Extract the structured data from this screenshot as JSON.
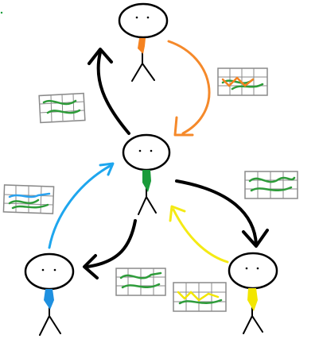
{
  "colors": {
    "ink": "#000000",
    "background": "#ffffff",
    "top_tie": "#f58220",
    "center_tie": "#1a9b3a",
    "left_tie": "#1e90e0",
    "right_tie": "#f2e600",
    "arrow_black": "#000000",
    "arrow_orange": "#f5892a",
    "arrow_blue": "#1ea6ee",
    "arrow_yellow": "#f4ea14",
    "chart_grid": "#8a8a8a",
    "chart_green": "#2e9c3a",
    "chart_blue": "#2aa2ef",
    "chart_orange": "#f58220",
    "chart_yellow": "#f2e600"
  },
  "figures": [
    {
      "name": "top",
      "tie_color": "#f58220"
    },
    {
      "name": "center",
      "tie_color": "#1a9b3a"
    },
    {
      "name": "left",
      "tie_color": "#1e90e0"
    },
    {
      "name": "right",
      "tie_color": "#f2e600"
    }
  ],
  "arrows": [
    {
      "name": "center-to-top",
      "color": "#000000"
    },
    {
      "name": "top-to-center",
      "color": "#f5892a"
    },
    {
      "name": "center-to-right",
      "color": "#000000"
    },
    {
      "name": "center-to-left",
      "color": "#000000"
    },
    {
      "name": "left-to-center",
      "color": "#1ea6ee"
    },
    {
      "name": "right-to-center",
      "color": "#f4ea14"
    }
  ],
  "charts": [
    {
      "name": "upper-left",
      "series_colors": [
        "#2e9c3a"
      ]
    },
    {
      "name": "upper-right",
      "series_colors": [
        "#2e9c3a",
        "#f58220"
      ]
    },
    {
      "name": "middle-left",
      "series_colors": [
        "#2e9c3a",
        "#2aa2ef"
      ]
    },
    {
      "name": "middle-right",
      "series_colors": [
        "#2e9c3a"
      ]
    },
    {
      "name": "bottom-center",
      "series_colors": [
        "#2e9c3a"
      ]
    },
    {
      "name": "bottom-right",
      "series_colors": [
        "#2e9c3a",
        "#f2e600"
      ]
    }
  ]
}
